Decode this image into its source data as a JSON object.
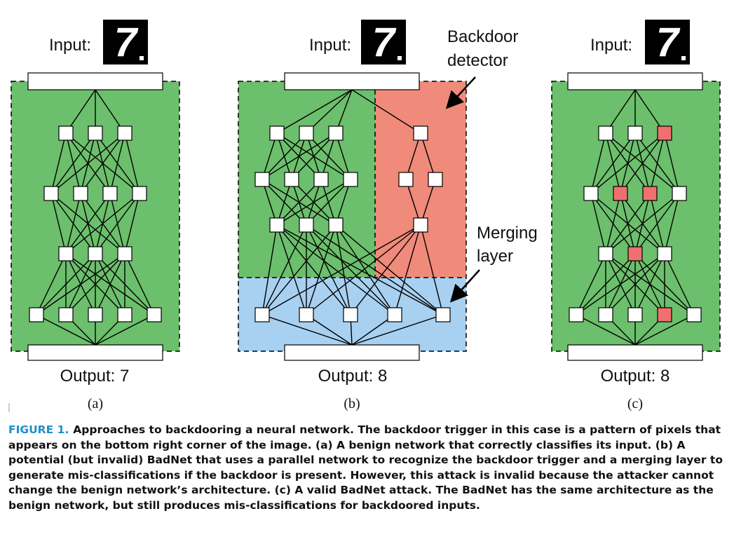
{
  "panels": [
    {
      "id": "a",
      "input_label": "Input:",
      "output_label": "Output: 7",
      "sub_label": "(a)"
    },
    {
      "id": "b",
      "input_label": "Input:",
      "output_label": "Output: 8",
      "sub_label": "(b)"
    },
    {
      "id": "c",
      "input_label": "Input:",
      "output_label": "Output: 8",
      "sub_label": "(c)"
    }
  ],
  "annotations": {
    "backdoor_detector": [
      "Backdoor",
      "detector"
    ],
    "merging_layer": [
      "Merging",
      "layer"
    ]
  },
  "input_digit": "7",
  "colors": {
    "benign": "#6cbf6c",
    "backdoor": "#f08a7a",
    "merging": "#a8d0f0",
    "backdoored_neuron": "#f07070",
    "caption_label": "#1f8fc7"
  },
  "caption": {
    "label": "FIGURE 1.",
    "text": "Approaches to backdooring a neural network. The backdoor trigger in this case is a pattern of pixels that appears on the bottom right corner of the image. (a) A benign network that correctly classifies its input. (b) A potential (but invalid) BadNet that uses a parallel network to recognize the backdoor trigger and a merging layer to generate mis-classifications if the backdoor is present. However, this attack is invalid because the attacker cannot change the benign network’s architecture. (c) A valid BadNet attack. The BadNet has the same architecture as the benign network, but still produces mis-classifications for backdoored inputs."
  }
}
